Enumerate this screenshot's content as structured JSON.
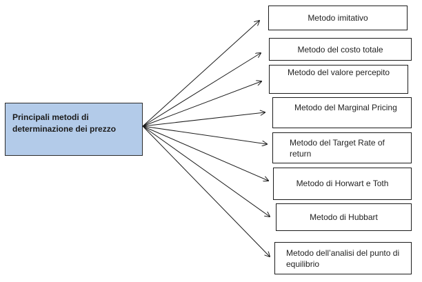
{
  "source": {
    "label": "Principali metodi di determinazione dei prezzo",
    "fill_color": "#b3cbe9"
  },
  "methods": [
    {
      "label": "Metodo imitativo"
    },
    {
      "label": "Metodo del costo totale"
    },
    {
      "label": "Metodo del valore percepito"
    },
    {
      "label": "Metodo del Marginal Pricing"
    },
    {
      "label": "Metodo del Target Rate of return"
    },
    {
      "label": "Metodo di Horwart e Toth"
    },
    {
      "label": "Metodo di Hubbart"
    },
    {
      "label": "Metodo dell’analisi del punto di equilibrio"
    }
  ]
}
